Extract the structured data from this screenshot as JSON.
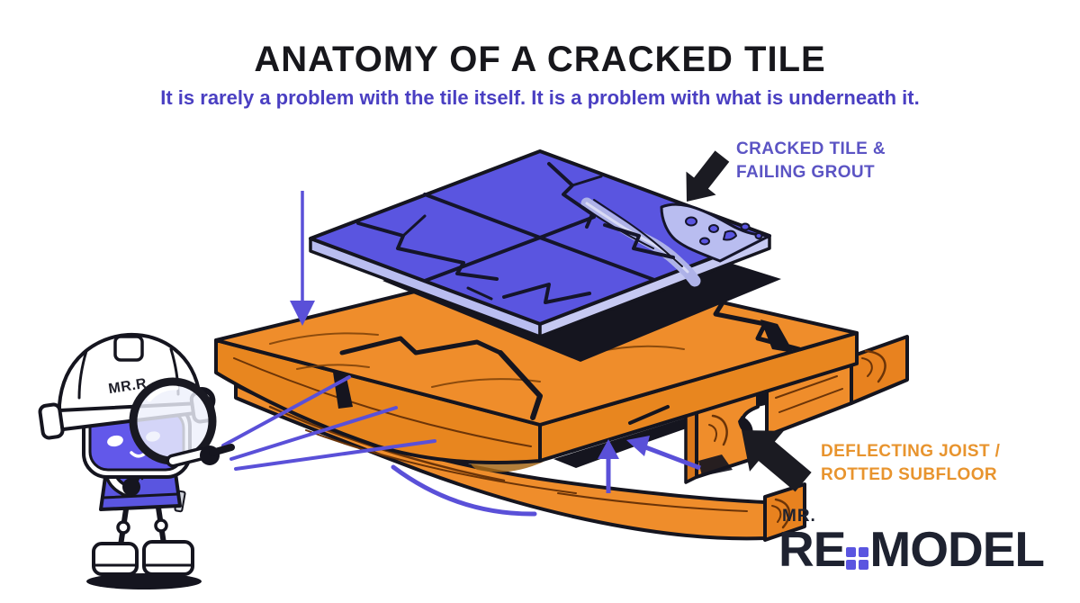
{
  "header": {
    "title": "ANATOMY OF A CRACKED TILE",
    "subtitle": "It is rarely a problem with the tile itself. It is a problem with what is underneath it."
  },
  "callouts": {
    "cracked_tile": {
      "line1": "CRACKED TILE &",
      "line2": "FAILING GROUT",
      "color": "#5b54c4"
    },
    "deflecting_joist": {
      "line1": "DEFLECTING JOIST /",
      "line2": "ROTTED SUBFLOOR",
      "color": "#e8942e"
    }
  },
  "mascot": {
    "hat_text": "MR.R"
  },
  "logo": {
    "prefix": "MR.",
    "name_left": "RE",
    "name_right": "MODEL",
    "window_color": "#5a55e0",
    "text_color": "#1e2230"
  },
  "icons": [
    "down-arrow-icon",
    "up-arrow-icon",
    "diagonal-arrow-icon",
    "callout-arrow-tile-icon",
    "callout-arrow-joist-icon",
    "magnifying-glass-icon",
    "window-grid-icon",
    "hardhat-icon"
  ],
  "colors": {
    "background": "#ffffff",
    "title_text": "#17171c",
    "subtitle_text": "#4a3fc2",
    "tile_top": "#5a55e0",
    "tile_edge": "#b9bdf0",
    "failing_grout": "#aeb2e8",
    "wood_top": "#ef8d2b",
    "wood_side": "#e8861f",
    "wood_end_grain": "#e8821f",
    "wood_grain_line": "#6b3408",
    "rot_stain": "#8a5313",
    "outline_ink": "#15151f",
    "arrow_purple": "#5a50d8"
  }
}
